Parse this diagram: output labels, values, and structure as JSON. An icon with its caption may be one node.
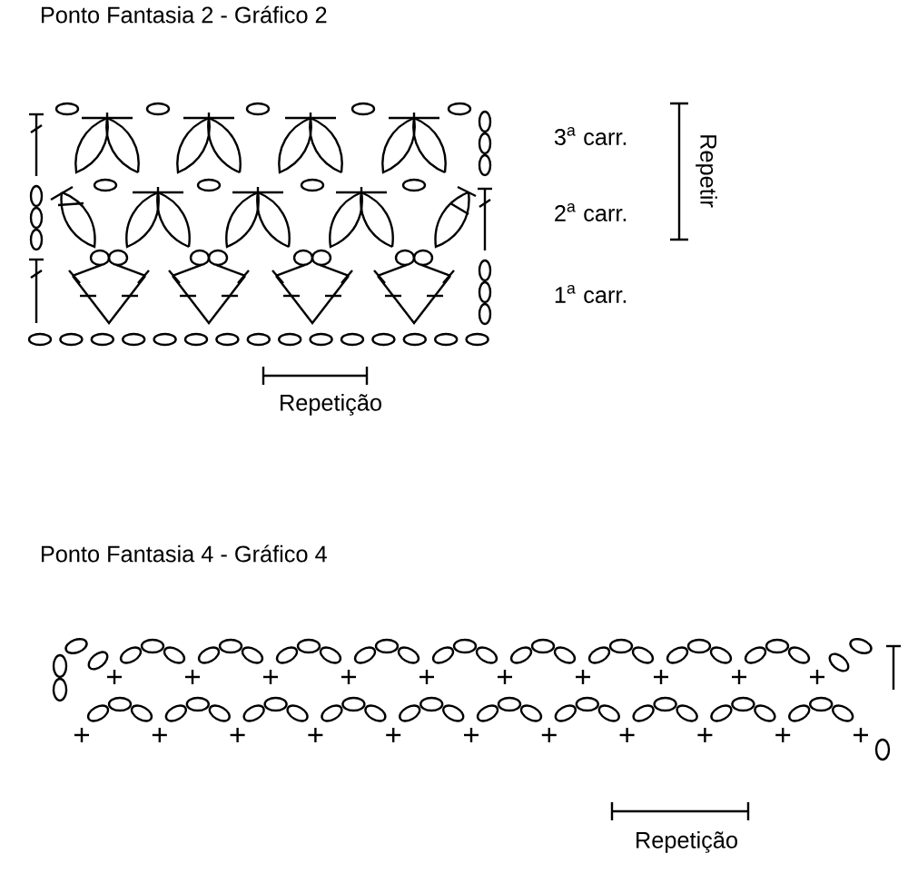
{
  "diagram": {
    "labels": [
      "Ponto Fantasia 2 - Gráfico 2",
      "3$^{a}$ carr.",
      "Repetir",
      "2$^{a}$ carr.",
      "1$^{a}$ carr.",
      "Repetição",
      "Ponto Fantasia 4 - Gráfico 4",
      "Repetição"
    ]
  }
}
